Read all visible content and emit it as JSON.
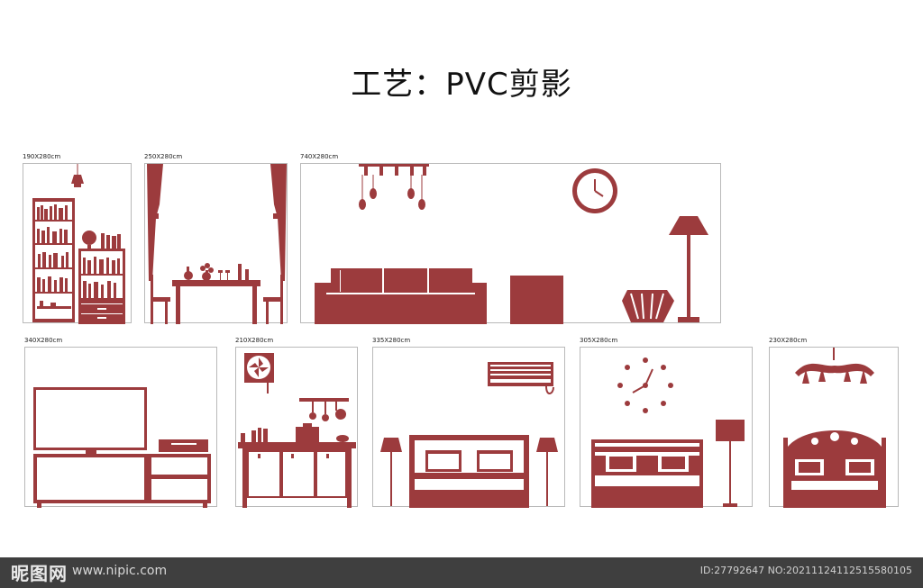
{
  "title": "工艺：PVC剪影",
  "accent_color": "#9c3b3d",
  "panels": [
    {
      "dim": "190X280cm",
      "icon": "bookshelf-room"
    },
    {
      "dim": "250X280cm",
      "icon": "dining-room"
    },
    {
      "dim": "740X280cm",
      "icon": "living-room"
    },
    {
      "dim": "340X280cm",
      "icon": "tv-cabinet"
    },
    {
      "dim": "210X280cm",
      "icon": "kitchen"
    },
    {
      "dim": "335X280cm",
      "icon": "bedroom-aircon"
    },
    {
      "dim": "305X280cm",
      "icon": "bedroom-clock"
    },
    {
      "dim": "230X280cm",
      "icon": "bedroom-chandelier"
    }
  ],
  "watermark": {
    "brand": "昵图网",
    "url": "www.nipic.com",
    "id": "ID:27792647 NO:20211124112515580105"
  }
}
